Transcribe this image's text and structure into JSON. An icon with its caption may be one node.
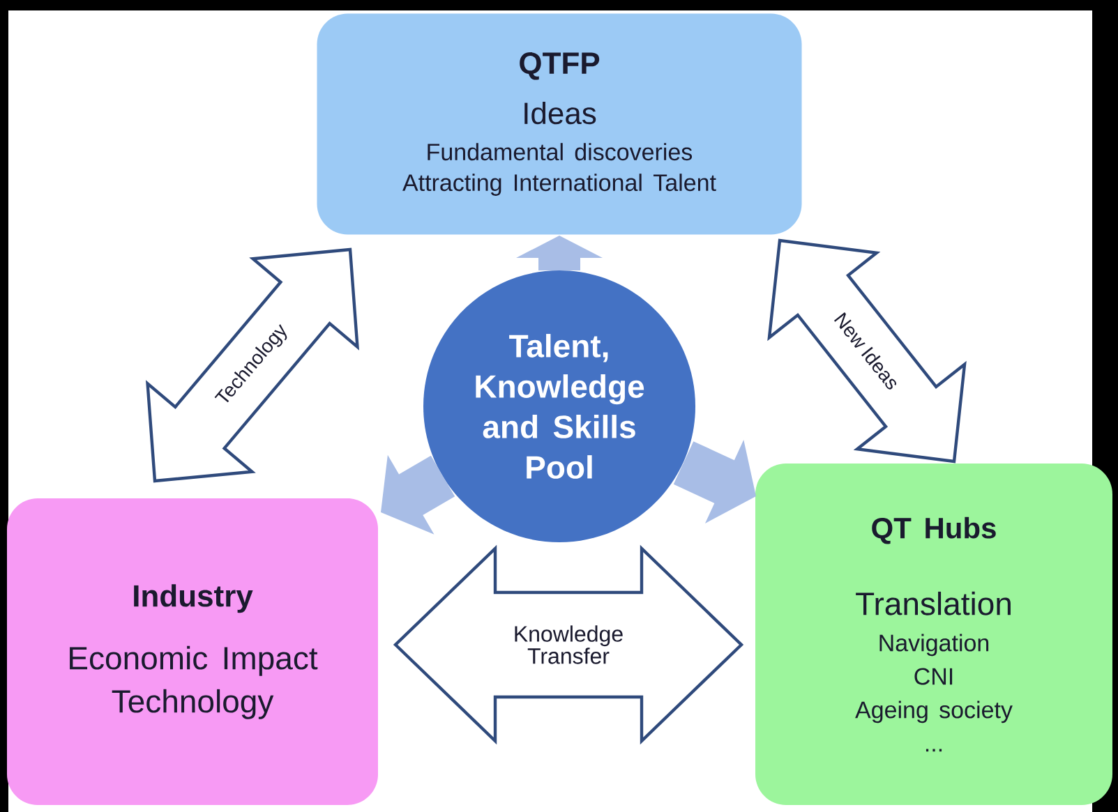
{
  "diagram": {
    "nodes": [
      {
        "text": [
          "QTFP",
          "Ideas",
          "Fundamental discoveries",
          "Attracting International Talent"
        ]
      },
      {
        "text": [
          "Talent, Knowledge and Skills Pool"
        ]
      },
      {
        "text": [
          "Industry",
          "Economic Impact",
          "Technology"
        ]
      },
      {
        "text": [
          "QT Hubs",
          "Translation",
          "Navigation",
          "CNI",
          "Ageing society",
          "..."
        ]
      }
    ],
    "edges": [
      {
        "from": 1,
        "to": 0,
        "arrow": "to",
        "style": "thick",
        "color": "#a8bde6"
      },
      {
        "from": 1,
        "to": 2,
        "arrow": "to",
        "style": "thick",
        "color": "#a8bde6"
      },
      {
        "from": 1,
        "to": 3,
        "arrow": "to",
        "style": "thick",
        "color": "#a8bde6"
      },
      {
        "from": 2,
        "to": 0,
        "arrow": "both",
        "label": "Technology"
      },
      {
        "from": 0,
        "to": 3,
        "arrow": "both",
        "label": "New Ideas"
      },
      {
        "from": 2,
        "to": 3,
        "arrow": "both",
        "label": "Knowledge Transfer"
      }
    ]
  }
}
